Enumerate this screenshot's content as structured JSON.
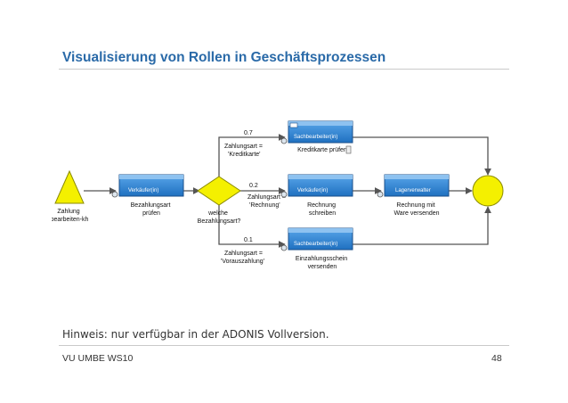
{
  "title": "Visualisierung von Rollen in Geschäftsprozessen",
  "colors": {
    "title": "#2a6aa8",
    "activity_fill": "#2f86d6",
    "activity_header": "#8ec2f0",
    "gateway_fill": "#f4f000",
    "flow_line": "#555555"
  },
  "diagram": {
    "start_event_label": [
      "Zahlung",
      "bearbeiten-kh"
    ],
    "gateway_label": [
      "welche",
      "Bezahlungsart?"
    ],
    "activities": {
      "bezahlungsart_pruefen": {
        "role": "Verkäufer(in)",
        "label": [
          "Bezahlungsart",
          "prüfen"
        ]
      },
      "kreditkarte_pruefen": {
        "role": "Sachbearbeiter(in)",
        "label": [
          "Kreditkarte prüfen"
        ]
      },
      "rechnung_schreiben": {
        "role": "Verkäufer(in)",
        "label": [
          "Rechnung",
          "schreiben"
        ]
      },
      "ware_versenden": {
        "role": "Lagerverwalter",
        "label": [
          "Rechnung mit",
          "Ware versenden"
        ]
      },
      "einzahlungsschein_versenden": {
        "role": "Sachbearbeiter(in)",
        "label": [
          "Einzahlungsschein",
          "versenden"
        ]
      }
    },
    "branches": {
      "kreditkarte": {
        "probability": "0.7",
        "condition": [
          "Zahlungsart =",
          "'Kreditkarte'"
        ]
      },
      "rechnung": {
        "probability": "0.2",
        "condition": [
          "Zahlungsart =",
          "'Rechnung'"
        ]
      },
      "vorauszahlung": {
        "probability": "0.1",
        "condition": [
          "Zahlungsart =",
          "'Vorauszahlung'"
        ]
      }
    }
  },
  "hint": "Hinweis: nur verfügbar in der ADONIS Vollversion.",
  "footer": {
    "course": "VU UMBE WS10",
    "page_number": "48"
  }
}
